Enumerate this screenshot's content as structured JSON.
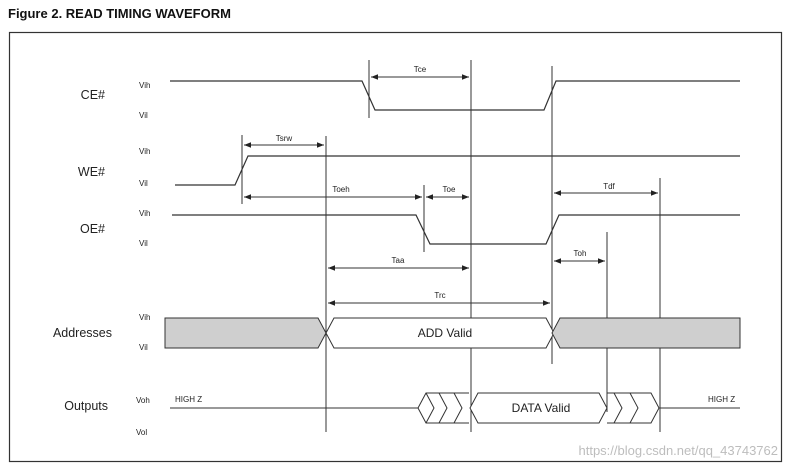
{
  "figure_title": "Figure 2. READ TIMING WAVEFORM",
  "signals": {
    "ce": {
      "label": "CE#",
      "high": "Vih",
      "low": "Vil"
    },
    "we": {
      "label": "WE#",
      "high": "Vih",
      "low": "Vil"
    },
    "oe": {
      "label": "OE#",
      "high": "Vih",
      "low": "Vil"
    },
    "addr": {
      "label": "Addresses",
      "high": "Vih",
      "low": "Vil",
      "valid": "ADD Valid"
    },
    "out": {
      "label": "Outputs",
      "high": "Voh",
      "low": "Vol",
      "valid": "DATA Valid",
      "hiz_left": "HIGH Z",
      "hiz_right": "HIGH Z"
    }
  },
  "timings": {
    "tce": "Tce",
    "tsrw": "Tsrw",
    "toeh": "Toeh",
    "toe": "Toe",
    "tdf": "Tdf",
    "taa": "Taa",
    "toh": "Toh",
    "trc": "Trc"
  },
  "watermark": "https://blog.csdn.net/qq_43743762"
}
